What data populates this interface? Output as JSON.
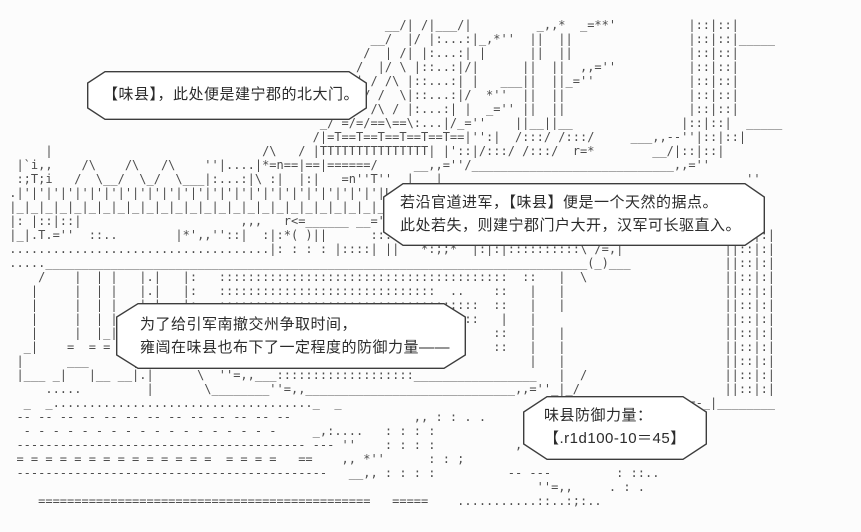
{
  "canvas": {
    "background_color": "#fcfcfc",
    "art_color": "#4d4d4d",
    "bubble_border_color": "#3d3d3d",
    "bubble_fill_color": "#ffffff",
    "text_color": "#2b2b2b"
  },
  "bubbles": [
    {
      "id": "bubble-1",
      "lines": [
        "【味县】，此处便是建宁郡的北大门。"
      ]
    },
    {
      "id": "bubble-2",
      "lines": [
        "若沿官道进军，【味县】便是一个天然的据点。",
        "此处若失，则建宁郡门户大开，汉军可长驱直入。"
      ]
    },
    {
      "id": "bubble-3",
      "lines": [
        "为了给引军南撤交州争取时间，",
        "雍闿在味县也布下了一定程度的防御力量——"
      ]
    },
    {
      "id": "bubble-4",
      "lines": [
        "味县防御力量：",
        "【.r1d100-10＝45】"
      ]
    }
  ],
  "ascii_art": {
    "description": "monochrome AA scene of Weixian town: rooftops, watch towers, fence, walls and fields",
    "lines": [
      "",
      "                                                     __/| /|___/|         _,,*  _=**'          |::|::|",
      "                                                   __/  |/ |:...:|_,*''  ||  ||                |::|::|_____",
      "                                                  /  | /| |:...:| |      ||  ||                |::|::|",
      "                                                 /  |/ \\ |::..:|/|      ||  ||  ,,=''          |::|::|",
      "                                                /| / /\\ |::...:| |   ___||  ||_=''             |::|::|",
      "                                               / |/ /  \\|::...:|/  *''  ||  ||                 |::|::|",
      "              ______________________          /  / /\\ / |:...:| |  _='' ||  ||                 |::|::|",
      "                                            _/ =/=/==\\==\\:...|/_=''    ||__||__               |::|::|  _____",
      "                                           /|=T==T==T==T==T==T==|'':|  /:::/ /:::/     ___,,--''|::|::|",
      "      |                             /\\   / |TTTTTTTTTTTTTTT| |'::|/:::/ /:::/  r=*        __/|::|::|",
      "  |`i,,    /\\    /\\   /\\    ''|....|*=n==|==|======/     __,,=''/____________________________,,=''",
      "  :;T;i   /  \\__/  \\_/  \\___|:...:|\\ :|  |:|   =n''T''  |   |                                          ''",
      " .|'|'|'|'|'|'|'|'|'|'|'|'|'|'|'|'|'|'|'|'|'|'|'|'|'|L:.|__|    \\__,,=''",
      " |_|_|_|_|_|_|_|_|_|_|_|_|_|_|_|_|_|_|_|_|_|_|_|_|_|_|   >_,=''  __,=''  _ =''",
      " |: |::|::|                      ,,,   r<=______ __=''   ____   r<=----   __ =7*\\",
      " |_|.T.=''  ::..        |*',,''::|  :|:*( )||      :::(  ) |T |  |   ::::::::::{  }|                ||::|:|",
      " ....................................|: : : : |::::| ||   *:;;*  |:|:|::::::::::\\ /=,|              ||::|:|",
      " .....___________________________________________________________________________(_)___             ||::|:|",
      "     /    |  | |   |.|   |:   ::::::::::::::::::::::::::::::::::::::::  ::   |  \\                   ||::|:|",
      "    |     |  | |   |.|   |:   ::::::::::::::::::::::::::::::  ..    ::   |   |                      ||::|:|",
      "    |     |  | |   |.|   |:   ::::::::::::::::::::::::::::::::::::  ::   |   |                      ||::|:|",
      "    |     |  | |   |.|   |:   ::::::::::::::::::::::  ....      ::   |   |                          ||::|:|",
      "    |     |  |_|   |.|   |    ::::::::::::::::::::::::::::::::::    ::   |   |                      ||::|:|",
      "   _|    =  = =   _|.|   |     :::::::::::::::::::::::::::  ''      ::   |   |                      ||::|:|",
      "  |      ___      |.|     \\___,,     ::::::::::::::::::::::              |   |                      ||::|:|",
      "  |___ _|   |__ __|.|      \\  ''=,,___:::::::::::::::::::_________________   |  /                   ||::|:|",
      "      .....         |       \\________''=,,_____________________________,,=''_|_/                    ||::|:|",
      "   _  _...................................._  _                                            ___~=-_|________",
      "  -- -- -- -- -- -- -- -- -- -- -- -- --                 ,, : : . .      : : ,, . .",
      "   - - - - - - - - - - - - - - - - - -     _,:....   : : : :",
      "  ---------------------------------------- --- ''    : : : :           ,   : :. .",
      "  = = = = = = = = = = = = = =  = = = =   ==    ,, *''      : : ;",
      "  -------------------------------------------   __,, : : : :          -- ---         : ::..",
      "                                                                          ''=,,     . : .",
      "     ==============================================   =====    ...........::..:;:..",
      ""
    ]
  }
}
